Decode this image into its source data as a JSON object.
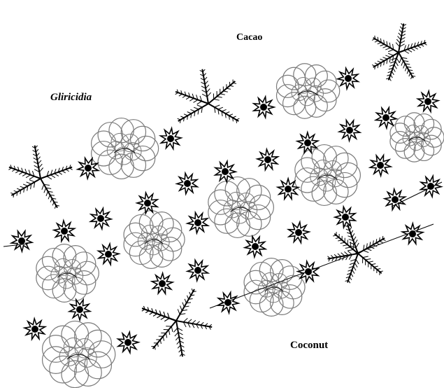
{
  "labels": {
    "cacao": "Cacao",
    "gliricidia": "Gliricidia",
    "coconut": "Coconut"
  },
  "colors": {
    "ink": "#000000",
    "crown": "#7a7a7a",
    "background": "#ffffff"
  }
}
